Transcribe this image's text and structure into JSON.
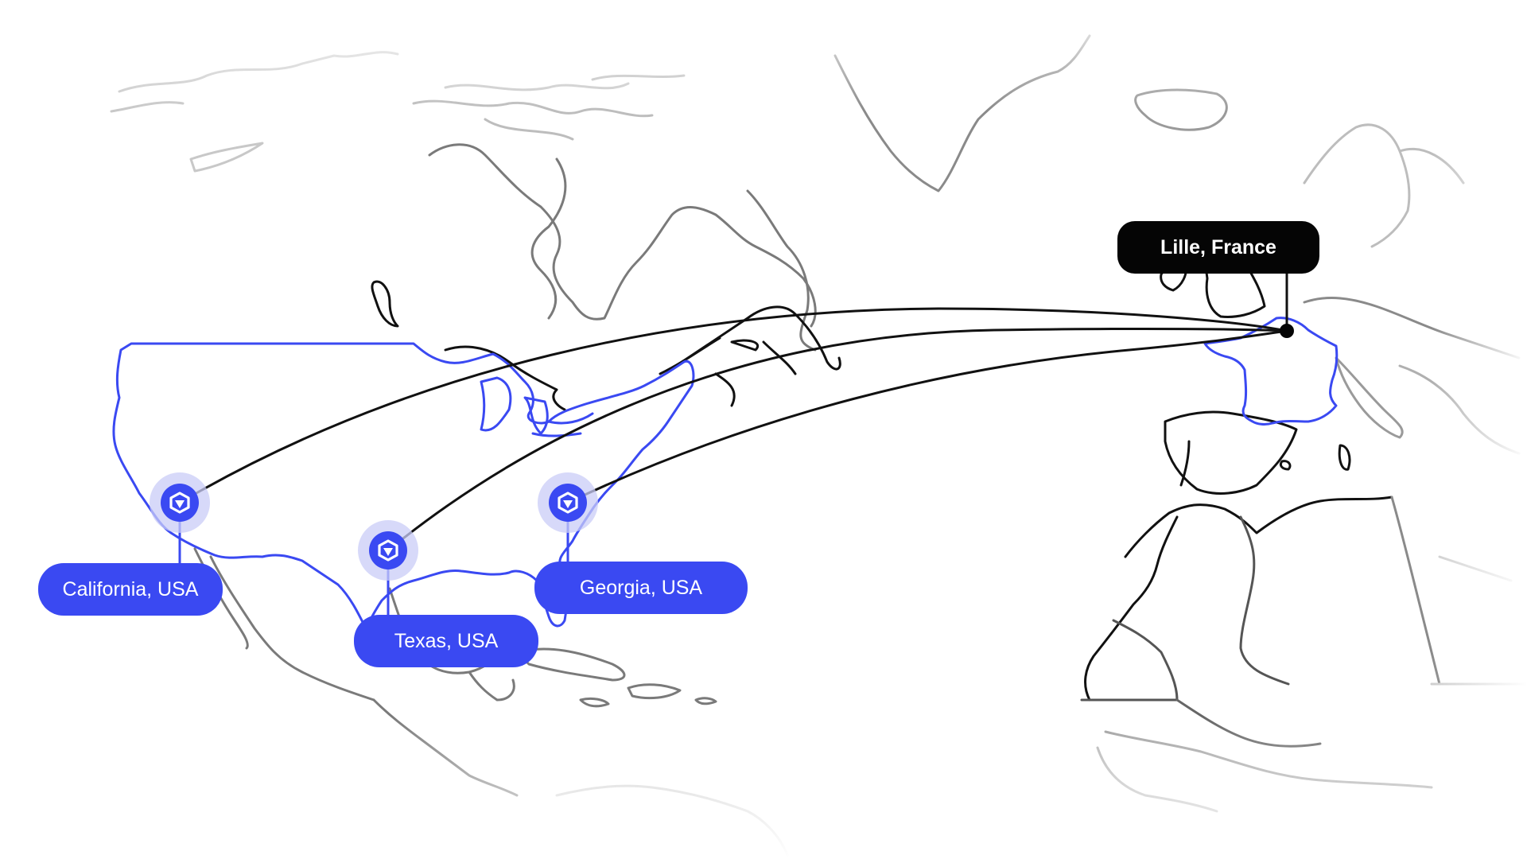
{
  "colors": {
    "accent": "#3a49f2",
    "accent_halo": "#c9ccf7",
    "route_line": "#111111",
    "destination_bg": "#050505",
    "land_outline": "#7a7a7a",
    "land_outline_light": "#c8c8c8",
    "highlight_country": "#3a49f2",
    "background": "#ffffff"
  },
  "origins": [
    {
      "id": "california",
      "label": "California, USA",
      "icon": "provider-logo-icon"
    },
    {
      "id": "texas",
      "label": "Texas, USA",
      "icon": "provider-logo-icon"
    },
    {
      "id": "georgia",
      "label": "Georgia, USA",
      "icon": "provider-logo-icon"
    }
  ],
  "destination": {
    "id": "lille",
    "label": "Lille, France",
    "icon": "location-dot-icon"
  },
  "highlighted_countries": [
    "USA",
    "France"
  ]
}
